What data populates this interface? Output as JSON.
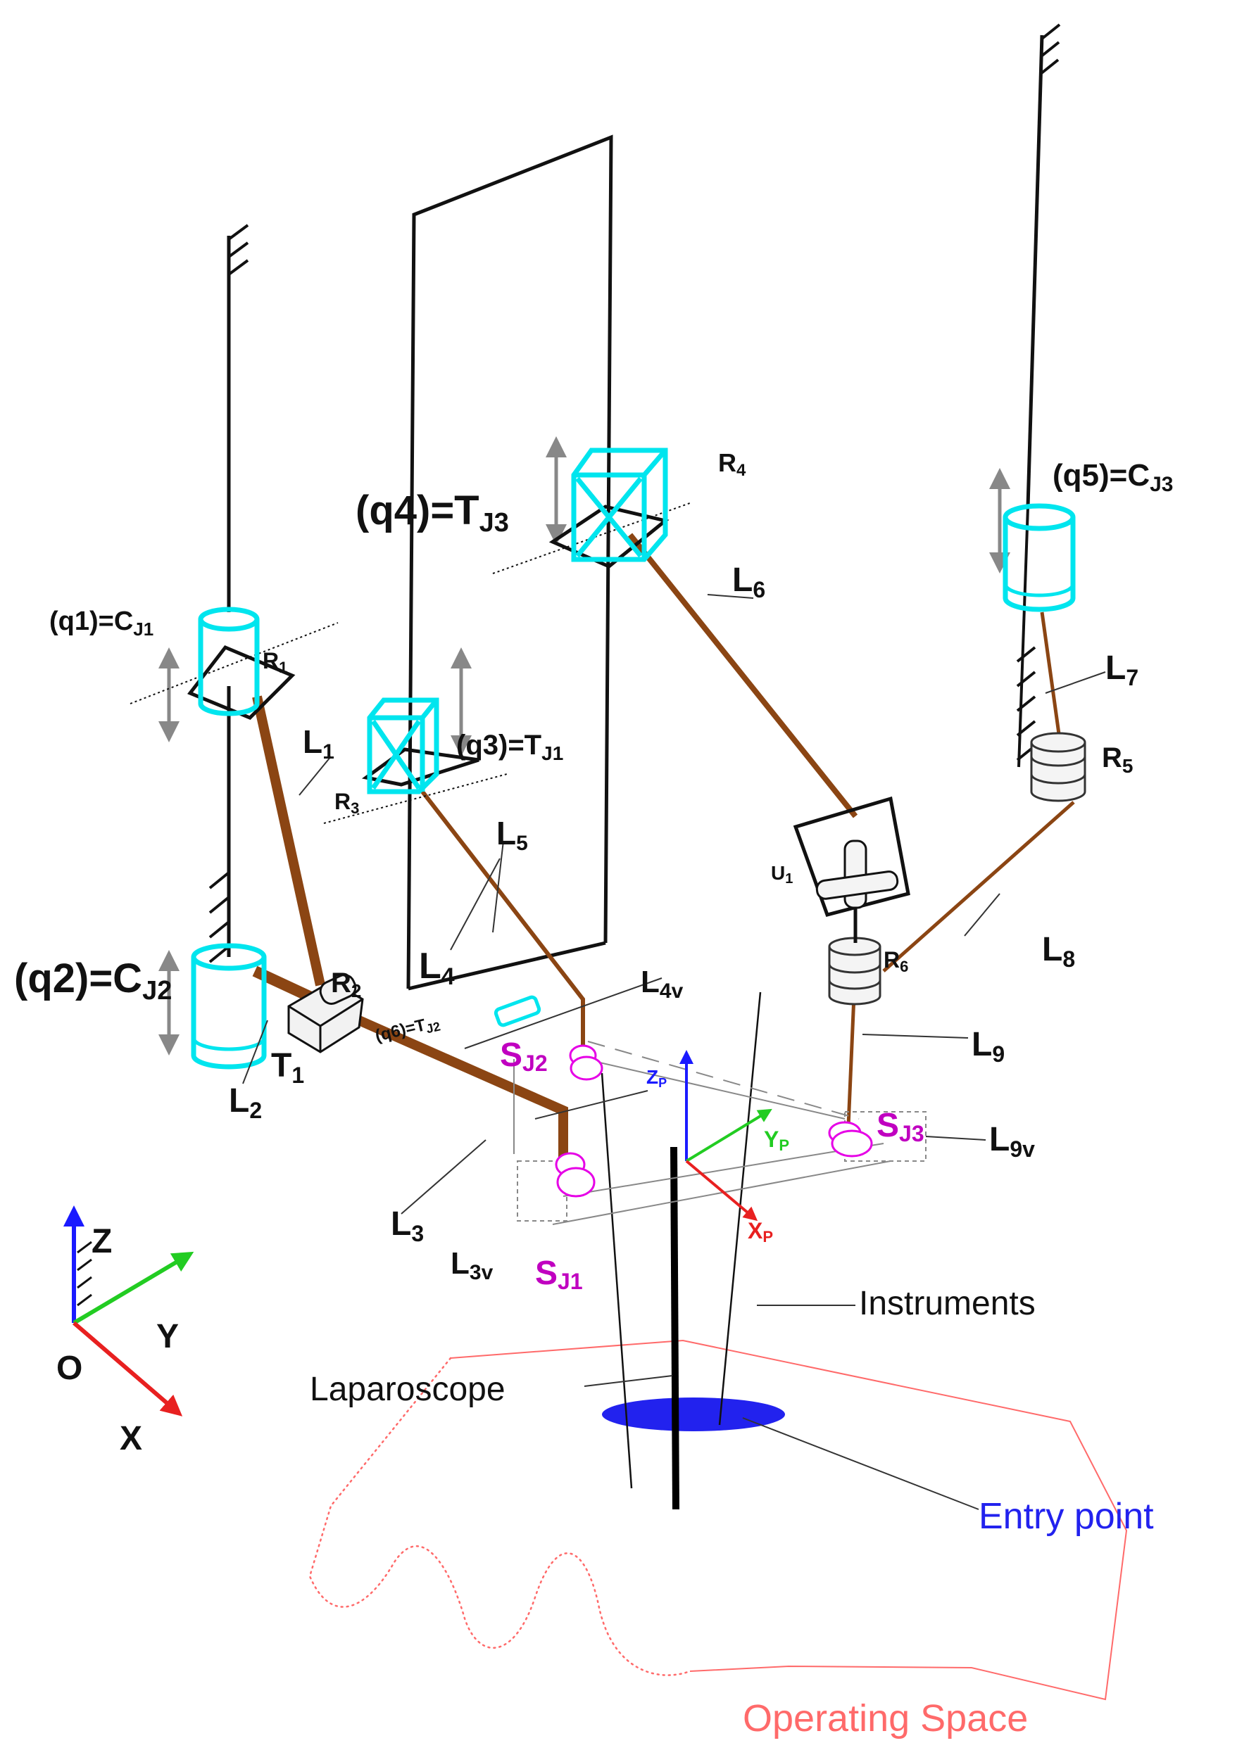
{
  "colors": {
    "frame": "#111111",
    "link": "#8B4513",
    "actuator": "#00e5ee",
    "spherical": "#e600e6",
    "axis_x": "#e82020",
    "axis_y": "#22cc22",
    "axis_z": "#1a1aff",
    "entry": "#2222ee",
    "operating": "#ff5050",
    "arrow": "#888888"
  },
  "joints": {
    "q1": {
      "main": "(q1)=C",
      "sub": "J1"
    },
    "q2": {
      "main": "(q2)=C",
      "sub": "J2"
    },
    "q3": {
      "main": "(q3)=T",
      "sub": "J1"
    },
    "q4": {
      "main": "(q4)=T",
      "sub": "J3"
    },
    "q5": {
      "main": "(q5)=C",
      "sub": "J3"
    },
    "q6": {
      "main": "(q6)=T",
      "sub": "J2"
    }
  },
  "links": {
    "L1": {
      "main": "L",
      "sub": "1"
    },
    "L2": {
      "main": "L",
      "sub": "2"
    },
    "L3": {
      "main": "L",
      "sub": "3"
    },
    "L3v": {
      "main": "L",
      "sub": "3v"
    },
    "L4": {
      "main": "L",
      "sub": "4"
    },
    "L4v": {
      "main": "L",
      "sub": "4v"
    },
    "L5": {
      "main": "L",
      "sub": "5"
    },
    "L6": {
      "main": "L",
      "sub": "6"
    },
    "L7": {
      "main": "L",
      "sub": "7"
    },
    "L8": {
      "main": "L",
      "sub": "8"
    },
    "L9": {
      "main": "L",
      "sub": "9"
    },
    "L9v": {
      "main": "L",
      "sub": "9v"
    }
  },
  "revolutes": {
    "R1": {
      "main": "R",
      "sub": "1"
    },
    "R2": {
      "main": "R",
      "sub": "2"
    },
    "R3": {
      "main": "R",
      "sub": "3"
    },
    "R4": {
      "main": "R",
      "sub": "4"
    },
    "R5": {
      "main": "R",
      "sub": "5"
    },
    "R6": {
      "main": "R",
      "sub": "6"
    },
    "T1": {
      "main": "T",
      "sub": "1"
    },
    "U1": {
      "main": "U",
      "sub": "1"
    }
  },
  "spherical": {
    "SJ1": {
      "main": "S",
      "sub": "J1"
    },
    "SJ2": {
      "main": "S",
      "sub": "J2"
    },
    "SJ3": {
      "main": "S",
      "sub": "J3"
    }
  },
  "platform_frame": {
    "x": {
      "main": "X",
      "sub": "P"
    },
    "y": {
      "main": "Y",
      "sub": "P"
    },
    "z": {
      "main": "Z",
      "sub": "P"
    }
  },
  "world_frame": {
    "x": "X",
    "y": "Y",
    "z": "Z",
    "origin": "O"
  },
  "labels": {
    "instruments": "Instruments",
    "laparoscope": "Laparoscope",
    "entry_point": "Entry point",
    "operating_space": "Operating Space"
  }
}
